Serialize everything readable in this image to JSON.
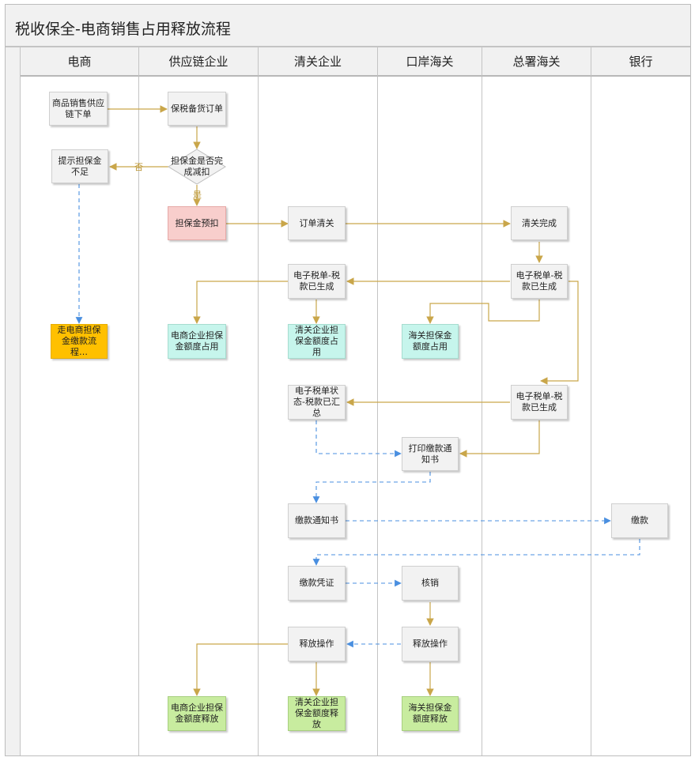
{
  "title": "税收保全-电商销售占用释放流程",
  "lanes": [
    "电商",
    "供应链企业",
    "清关企业",
    "口岸海关",
    "总署海关",
    "银行"
  ],
  "nodes": {
    "order": "商品销售供应链下单",
    "bonded_order": "保税备货订单",
    "decision": "担保金是否完成减扣",
    "insufficient": "提示担保金不足",
    "deposit_hold": "担保金预扣",
    "clearance": "订单清关",
    "clearance_done": "清关完成",
    "tax_gen_a": "电子税单-税款已生成",
    "tax_gen_b": "电子税单-税款已生成",
    "ec_occupy": "电商企业担保金额度占用",
    "cc_occupy": "清关企业担保金额度占用",
    "customs_occupy": "海关担保金额度占用",
    "pay_flow": "走电商担保金缴款流程…",
    "tax_gen_c": "电子税单-税款已生成",
    "tax_summary": "电子税单状态-税款已汇总",
    "print_notice": "打印缴款通知书",
    "pay_notice": "缴款通知书",
    "payment": "缴款",
    "pay_voucher": "缴款凭证",
    "verify": "核销",
    "release_cc": "释放操作",
    "release_port": "释放操作",
    "ec_release": "电商企业担保金额度释放",
    "cc_release": "清关企业担保金额度释放",
    "customs_release": "海关担保金额度释放"
  },
  "edge_labels": {
    "no": "否",
    "yes": "是"
  },
  "colors": {
    "solid_edge": "#c9a64a",
    "dashed_edge": "#4a8fe0",
    "deposit_hold": "#f8cecc",
    "pay_flow": "#ffc000",
    "occupy": "#c6f5ec",
    "release": "#c8ec9f"
  }
}
